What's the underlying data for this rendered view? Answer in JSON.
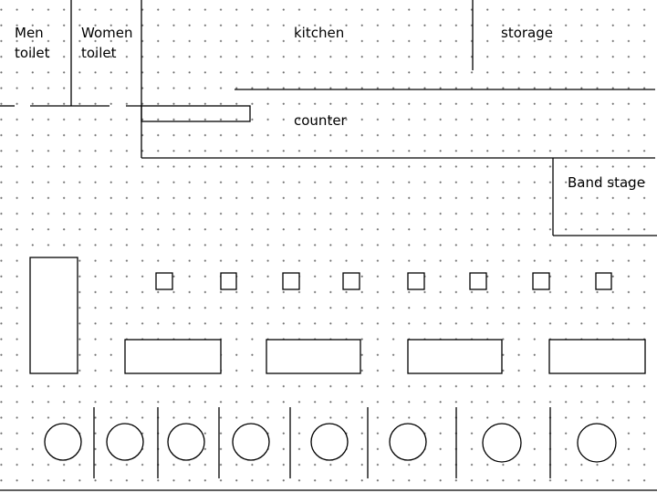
{
  "floor_plan": {
    "rooms": {
      "men_toilet": [
        "Men",
        "toilet"
      ],
      "women_toilet": [
        "Women",
        "toilet"
      ],
      "kitchen": "kitchen",
      "storage": "storage",
      "counter": "counter",
      "band_stage": "Band stage"
    },
    "furniture": {
      "small_square_tables": 8,
      "rectangular_tables": 4,
      "tall_side_table": 1,
      "round_tables": 8,
      "booth_dividers": 7
    }
  }
}
